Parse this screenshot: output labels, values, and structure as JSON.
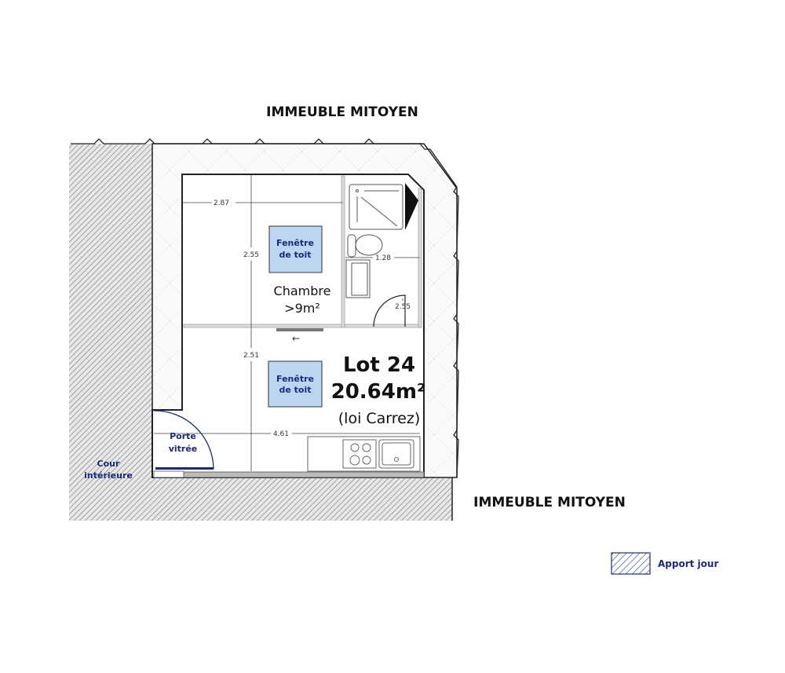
{
  "labels": {
    "neighbor_top": "IMMEUBLE MITOYEN",
    "neighbor_bottom": "IMMEUBLE MITOYEN",
    "courtyard_line1": "Cour",
    "courtyard_line2": "intérieure",
    "glass_door_line1": "Porte",
    "glass_door_line2": "vitrée",
    "bedroom_name": "Chambre",
    "bedroom_area": ">9m²",
    "lot_title": "Lot 24",
    "lot_area": "20.64m²",
    "lot_area_note": "(loi Carrez)",
    "skylight_1_line1": "Fenêtre",
    "skylight_1_line2": "de toit",
    "skylight_2_line1": "Fenêtre",
    "skylight_2_line2": "de toit",
    "arrow": "←"
  },
  "dimensions": {
    "bedroom_width": "2.87",
    "bedroom_depth": "2.55",
    "living_depth": "2.51",
    "total_width": "4.61",
    "bathroom_width": "1.28",
    "bathroom_depth": "2.55"
  },
  "legend": {
    "items": [
      {
        "label": "Apport jour",
        "pattern": "diagonal-hatch"
      }
    ]
  },
  "colors": {
    "navy": "#1b2a78",
    "skylight": "#bcd6f2",
    "hatch": "#9a9a9a"
  }
}
